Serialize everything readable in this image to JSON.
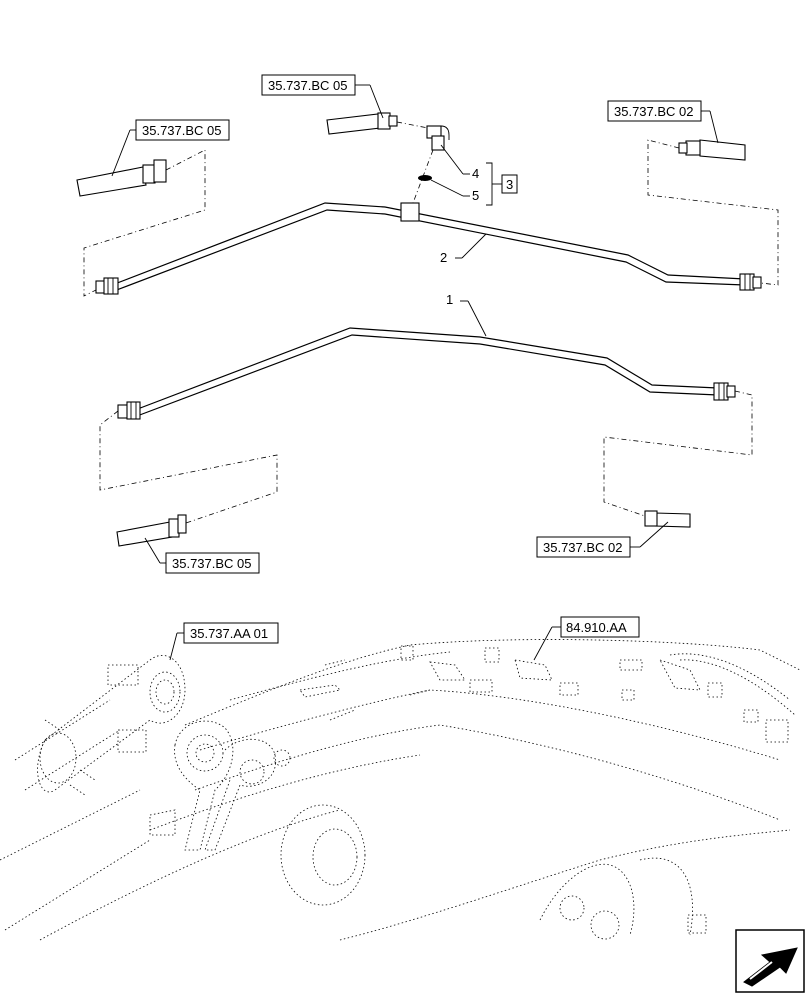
{
  "references": {
    "top_center": "35.737.BC 05",
    "top_left": "35.737.BC 05",
    "top_right": "35.737.BC 02",
    "bottom_left": "35.737.BC 05",
    "bottom_right": "35.737.BC 02",
    "cylinder": "35.737.AA 01",
    "boom": "84.910.AA"
  },
  "callouts": {
    "item_4": "4",
    "item_5": "5",
    "kit_3": "3",
    "item_2": "2",
    "item_1": "1"
  },
  "icons": {
    "nav": "arrow-next-page-icon"
  }
}
